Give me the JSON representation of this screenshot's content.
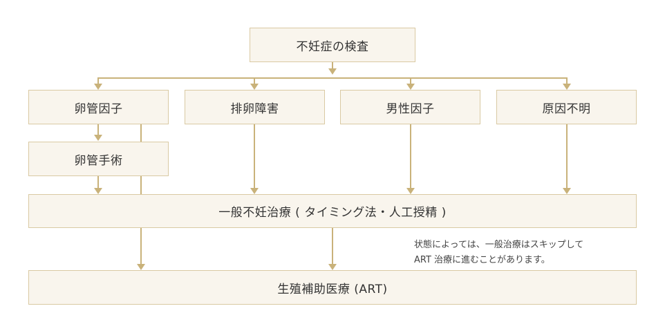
{
  "diagram": {
    "root": {
      "label": "不妊症の検査"
    },
    "causes": [
      {
        "label": "卵管因子"
      },
      {
        "label": "排卵障害"
      },
      {
        "label": "男性因子"
      },
      {
        "label": "原因不明"
      }
    ],
    "surgery": {
      "label": "卵管手術"
    },
    "general_treatment": {
      "label": "一般不妊治療 ( タイミング法・人工授精 )"
    },
    "art": {
      "label": "生殖補助医療 (ART)"
    },
    "note": {
      "line1": "状態によっては、一般治療はスキップして",
      "line2": "ART 治療に進むことがあります。"
    }
  },
  "colors": {
    "box_fill": "#f9f5ed",
    "box_border": "#d9c9a2",
    "connector": "#c9b27a",
    "text": "#333333"
  }
}
